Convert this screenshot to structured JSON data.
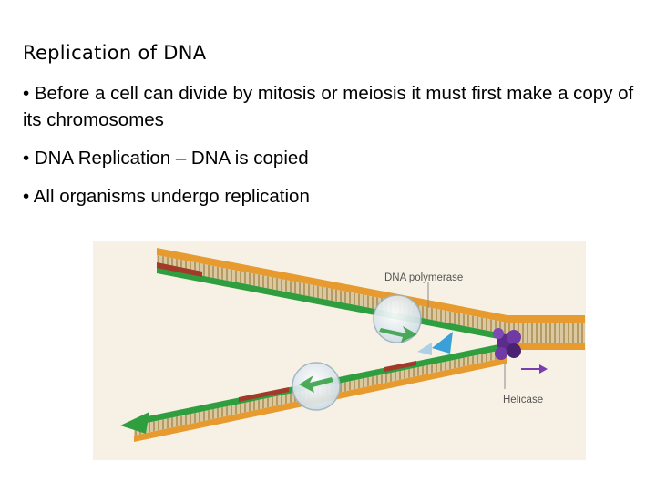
{
  "slide": {
    "title": "Replication of DNA",
    "bullets": [
      "• Before a cell can divide by mitosis or meiosis it must first make a copy of its chromosomes",
      "• DNA Replication – DNA is copied",
      "• All organisms undergo replication"
    ]
  },
  "figure": {
    "labels": {
      "polymerase": "DNA polymerase",
      "helicase": "Helicase"
    },
    "colors": {
      "background": "#f6f1e4",
      "parent_strand": "#e79a2e",
      "new_strand": "#2f9e3f",
      "rna_primer": "#a23a2a",
      "helicase": "#5b2c8a",
      "polymerase": "#d9e6ee",
      "arrow": "#7a3db0"
    }
  }
}
